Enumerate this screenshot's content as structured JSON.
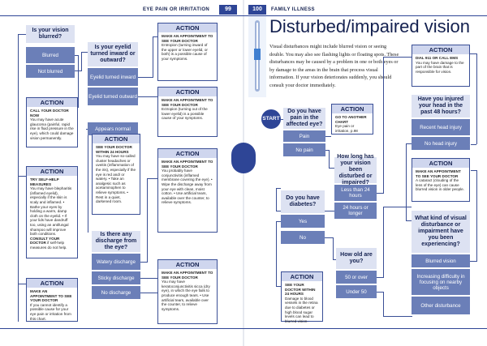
{
  "header": {
    "left_title": "EYE PAIN OR IRRITATION",
    "page_left": "99",
    "page_right": "100",
    "right_title": "FAMILY ILLNESS"
  },
  "title": "Disturbed/impaired vision",
  "intro": "Visual disturbances might include blurred vision or seeing double. You may also see flashing lights or floating spots. These disturbances may be caused by a problem in one or both eyes or by damage to the areas in the brain that process visual information. If your vision deteriorates suddenly, you should consult your doctor immediately.",
  "start": "START",
  "left": {
    "q_blurred": "Is your vision blurred?",
    "a_blurred": "Blurred",
    "a_not_blurred": "Not blurred",
    "q_eyelid": "Is your eyelid turned inward or outward?",
    "a_eyelid_in": "Eyelid turned inward",
    "a_eyelid_out": "Eyelid turned outward",
    "a_normal": "Appears normal",
    "q_discharge": "Is there any discharge from the eye?",
    "a_watery": "Watery discharge",
    "a_sticky": "Sticky discharge",
    "a_none": "No discharge",
    "act1": {
      "label": "ACTION",
      "head": "CALL YOUR DOCTOR NOW",
      "text": "You may have acute glaucoma (painful, rapid rise in fluid pressure in the eye), which could damage vision permanently."
    },
    "act2": {
      "label": "ACTION",
      "head": "TRY SELF-HELP MEASURES",
      "text": "You may have blepharitis (inflamed eyelid), especially if the skin is scaly and inflamed. • Bathe your eyes by holding a warm, damp cloth on the eyelid. • If your lids have dandruff too, using an antifungal shampoo will improve both conditions.",
      "head2": "CONSULT YOUR DOCTOR",
      "text2": "if self-help measures do not help."
    },
    "act3": {
      "label": "ACTION",
      "head": "MAKE AN APPOINTMENT TO SEE YOUR DOCTOR",
      "text": "If you cannot identify a possible cause for your eye pain or irritation from this chart."
    },
    "act4": {
      "label": "ACTION",
      "head": "MAKE AN APPOINTMENT TO SEE YOUR DOCTOR",
      "text": "Entropion (turning inward of the upper or lower eyelid, or both) is a possible cause of your symptoms."
    },
    "act5": {
      "label": "ACTION",
      "head": "MAKE AN APPOINTMENT TO SEE YOUR DOCTOR",
      "text": "Ectropion (turning out of the lower eyelid) is a possible cause of your symptoms."
    },
    "act6": {
      "label": "ACTION",
      "head": "SEE YOUR DOCTOR WITHIN 24 HOURS",
      "text": "You may have so-called cluster headaches or uveitis (inflammation of the iris), especially if the eye is red and/ or watery. • Take an analgesic such as acetaminophen to relieve symptoms. • Rest in a quiet, darkened room."
    },
    "act7": {
      "label": "ACTION",
      "head": "MAKE AN APPOINTMENT TO SEE YOUR DOCTOR",
      "text": "You probably have conjunctivitis (inflamed membrane covering the eye). • Wipe the discharge away from your eye with clean, moist cotton. • Use artificial tears, available over the counter, to relieve symptoms."
    },
    "act8": {
      "label": "ACTION",
      "head": "MAKE AN APPOINTMENT TO SEE YOUR DOCTOR",
      "text": "You may have keratoconjunctivitis sicca (dry eye), in which the eye fails to produce enough tears. • Use artificial tears, available over the counter, to relieve symptoms."
    }
  },
  "right": {
    "q_pain": "Do you have pain in the affected eye?",
    "a_pain": "Pain",
    "a_no_pain": "No pain",
    "act_pain": {
      "label": "ACTION",
      "head": "GO TO ANOTHER CHART",
      "text": "Eye pain or irritation, p.98"
    },
    "q_howlong": "How long has your vision been disturbed or impaired?",
    "a_less24": "Less than 24 hours",
    "a_24more": "24 hours or longer",
    "q_diabetes": "Do you have diabetes?",
    "a_yes": "Yes",
    "a_no": "No",
    "act_diab": {
      "label": "ACTION",
      "head": "SEE YOUR DOCTOR WITHIN 24 HOURS",
      "text": "Damage to blood vessels in the retina due to diabetes or high blood sugar levels can lead to blurred vision."
    },
    "q_age": "How old are you?",
    "a_50": "50 or over",
    "a_u50": "Under 50",
    "act_top": {
      "label": "ACTION",
      "head": "DIAL 911 OR CALL EMS",
      "text": "You may have damage to the part of the brain that is responsible for vision."
    },
    "q_head": "Have you injured your head in the past 48 hours?",
    "a_inj": "Recent head injury",
    "a_noinj": "No head injury",
    "act_mac": {
      "label": "ACTION",
      "head": "MAKE AN APPOINTMENT TO SEE YOUR DOCTOR",
      "text": "A cataract (clouding of the lens of the eye) can cause blurred vision in older people."
    },
    "q_kind": "What kind of visual disturbance or impairment have you been experiencing?",
    "a_blurred": "Blurred vision",
    "a_focus": "Increasing difficulty in focusing on nearby objects",
    "a_other": "Other disturbance"
  }
}
